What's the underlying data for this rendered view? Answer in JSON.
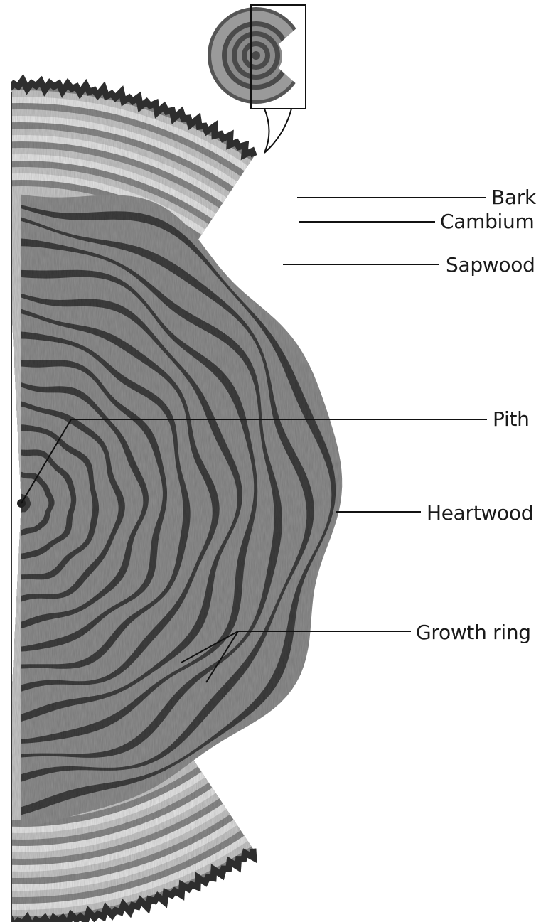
{
  "labels": {
    "bark": "Bark",
    "cambium": "Cambium",
    "sapwood": "Sapwood",
    "pith": "Pith",
    "heartwood": "Heartwood",
    "growth_ring": "Growth ring"
  },
  "colors": {
    "bark": "#2e2e2e",
    "sapwood_light": "#c9c9c9",
    "sapwood_dark": "#8a8a8a",
    "heartwood_light": "#8f8f8f",
    "heartwood_dark": "#3f3f3f",
    "line": "#111111"
  }
}
